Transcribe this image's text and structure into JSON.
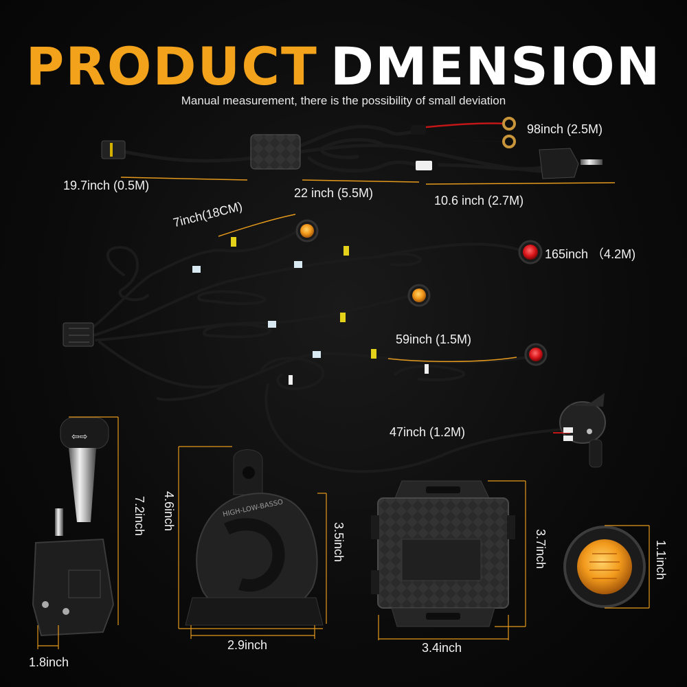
{
  "header": {
    "title_word1": "PRODUCT",
    "title_word2": "DMENSION",
    "subtitle": "Manual measurement, there is the possibility of small deviation"
  },
  "wiring_labels": {
    "power_lead": "98inch (2.5M)",
    "connector_lead": "19.7inch (0.5M)",
    "main_cable": "22 inch (5.5M)",
    "switch_lead": "10.6 inch (2.7M)",
    "short_light_lead": "7inch(18CM)",
    "long_light_lead": "165inch （4.2M)",
    "mid_light_lead": "59inch (1.5M)",
    "horn_lead": "47inch (1.2M)"
  },
  "dimensions": {
    "switch_height": "7.2inch",
    "switch_width": "1.8inch",
    "horn_height_left": "4.6inch",
    "horn_height_right": "3.5inch",
    "horn_width": "2.9inch",
    "controller_height": "3.7inch",
    "controller_width": "3.4inch",
    "light_diameter": "1.1inch"
  },
  "printed_marks": {
    "horn_rim_text": "HIGH-LOW-BASSO"
  },
  "colors": {
    "title_accent": "#f3a21b",
    "guide_line": "#e69a1c",
    "amber_light": "#f29a1c",
    "red_light": "#d8161a",
    "cable": "#1b1b1b"
  }
}
